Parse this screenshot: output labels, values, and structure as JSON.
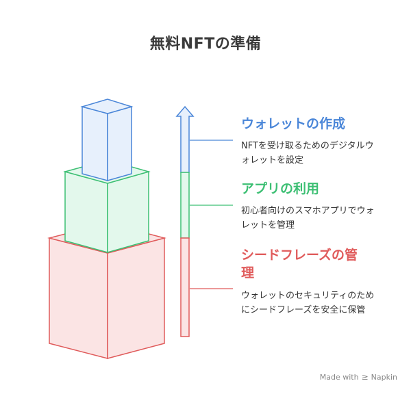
{
  "title": "無料NFTの準備",
  "steps": [
    {
      "title": "ウォレットの作成",
      "desc": "NFTを受け取るためのデジタルウォレットを設定",
      "color": "#4a86d8"
    },
    {
      "title": "アプリの利用",
      "desc": "初心者向けのスマホアプリでウォレットを管理",
      "color": "#3cbf73"
    },
    {
      "title": "シードフレーズの管理",
      "desc": "ウォレットのセキュリティのためにシードフレーズを安全に保管",
      "color": "#e05b5b"
    }
  ],
  "footer": {
    "made_with": "Made with",
    "brand": "Napkin",
    "icon": "napkin-logo-icon"
  }
}
